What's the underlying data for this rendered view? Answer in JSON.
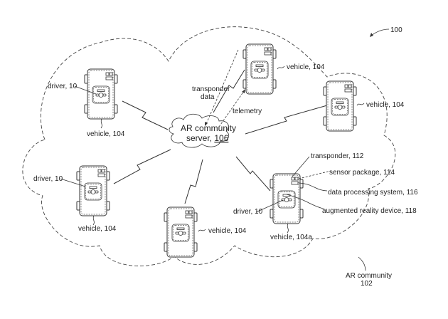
{
  "figure": {
    "ref_label": "100",
    "community": {
      "label": "AR community",
      "number": "102"
    },
    "server": {
      "line1": "AR community",
      "line2_prefix": "server, ",
      "number": "106"
    },
    "links": {
      "transponder_data_line1": "transponder",
      "transponder_data_line2": "data",
      "telemetry": "telemetry"
    },
    "vehicles": [
      {
        "id": "v1",
        "label": "vehicle, 104",
        "driver_label": "driver, 10"
      },
      {
        "id": "v2",
        "label": "vehicle, 104"
      },
      {
        "id": "v3",
        "label": "vehicle, 104"
      },
      {
        "id": "v4",
        "label": "vehicle, 104",
        "driver_label": "driver, 10"
      },
      {
        "id": "v5",
        "label": "vehicle, 104"
      },
      {
        "id": "v6",
        "label": "vehicle, 104a",
        "driver_label": "driver, 10"
      }
    ],
    "components": {
      "transponder": "transponder, 112",
      "sensor_package": "sensor package, 114",
      "data_processing": "data processing system, 116",
      "ar_device": "augmented reality device, 118"
    }
  }
}
